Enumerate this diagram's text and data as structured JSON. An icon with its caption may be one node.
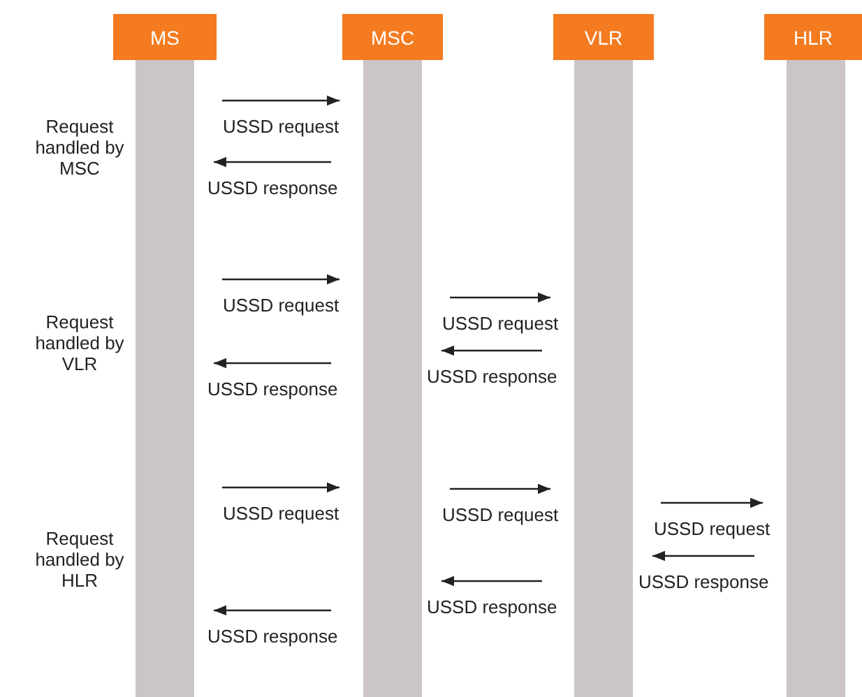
{
  "diagram": {
    "nodes": [
      {
        "text": [
          "MS"
        ]
      },
      {
        "text": [
          "MSC"
        ]
      },
      {
        "text": [
          "VLR"
        ]
      },
      {
        "text": [
          "HLR"
        ]
      },
      {
        "text": [],
        "shape": "bar"
      },
      {
        "text": [],
        "shape": "bar"
      },
      {
        "text": [],
        "shape": "bar"
      },
      {
        "text": [],
        "shape": "bar"
      }
    ],
    "edges": [
      {
        "from": 4,
        "to": 5,
        "arrow": "to",
        "label": "USSD request"
      },
      {
        "from": 5,
        "to": 4,
        "arrow": "to",
        "label": "USSD response"
      },
      {
        "from": 4,
        "to": 5,
        "arrow": "to",
        "label": "USSD request"
      },
      {
        "from": 5,
        "to": 6,
        "arrow": "to",
        "label": "USSD request"
      },
      {
        "from": 6,
        "to": 5,
        "arrow": "to",
        "label": "USSD response"
      },
      {
        "from": 5,
        "to": 4,
        "arrow": "to",
        "label": "USSD response"
      },
      {
        "from": 4,
        "to": 5,
        "arrow": "to",
        "label": "USSD request"
      },
      {
        "from": 5,
        "to": 6,
        "arrow": "to",
        "label": "USSD request"
      },
      {
        "from": 6,
        "to": 7,
        "arrow": "to",
        "label": "USSD request"
      },
      {
        "from": 7,
        "to": 6,
        "arrow": "to",
        "label": "USSD response"
      },
      {
        "from": 6,
        "to": 5,
        "arrow": "to",
        "label": "USSD response"
      },
      {
        "from": 5,
        "to": 4,
        "arrow": "to",
        "label": "USSD response"
      }
    ],
    "labels": [
      "Request handled by MSC",
      "Request handled by VLR",
      "Request handled by HLR"
    ]
  }
}
